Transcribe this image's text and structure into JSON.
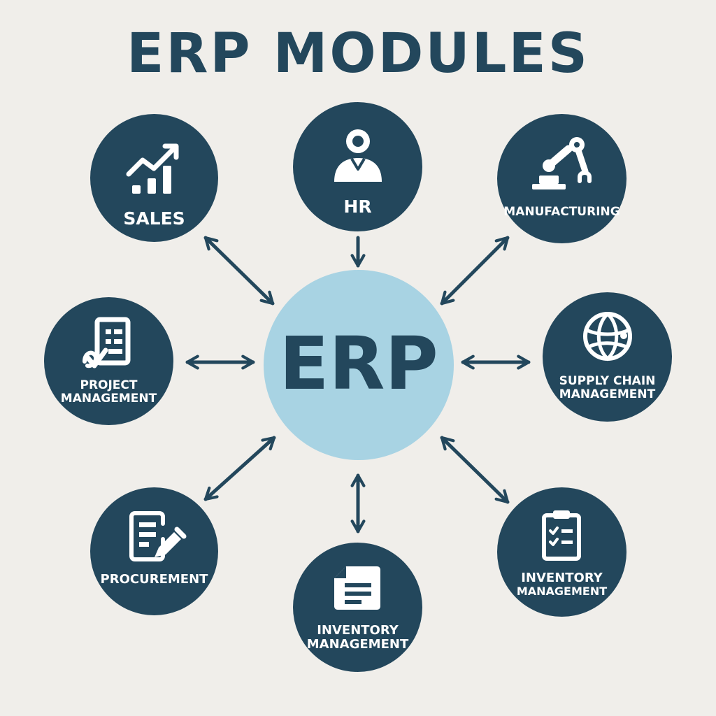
{
  "title": "ERP MODULES",
  "hub": {
    "label": "ERP"
  },
  "modules": [
    {
      "id": "sales",
      "lines": [
        "SALES"
      ],
      "icon": "growth-chart-icon"
    },
    {
      "id": "hr",
      "lines": [
        "HR"
      ],
      "icon": "person-icon"
    },
    {
      "id": "manufacturing",
      "lines": [
        "MANUFACTURING"
      ],
      "icon": "robot-arm-icon"
    },
    {
      "id": "project-management",
      "lines": [
        "PROJECT",
        "MANAGEMENT"
      ],
      "icon": "checklist-document-icon"
    },
    {
      "id": "supply-chain-management",
      "lines": [
        "SUPPLY CHAIN",
        "MANAGEMENT"
      ],
      "icon": "globe-icon"
    },
    {
      "id": "procurement",
      "lines": [
        "PROCUREMENT"
      ],
      "icon": "document-pen-icon"
    },
    {
      "id": "inventory-management-bottom",
      "lines": [
        "INVENTORY",
        "MANAGEMENT"
      ],
      "icon": "document-icon"
    },
    {
      "id": "inventory-management-right",
      "lines": [
        "INVENTORY",
        "MANAGEMENT"
      ],
      "icon": "clipboard-icon"
    }
  ],
  "colors": {
    "background": "#f0eeea",
    "module_fill": "#23475c",
    "hub_fill": "#a8d3e3",
    "text_dark": "#23475c",
    "arrow": "#23475c"
  }
}
